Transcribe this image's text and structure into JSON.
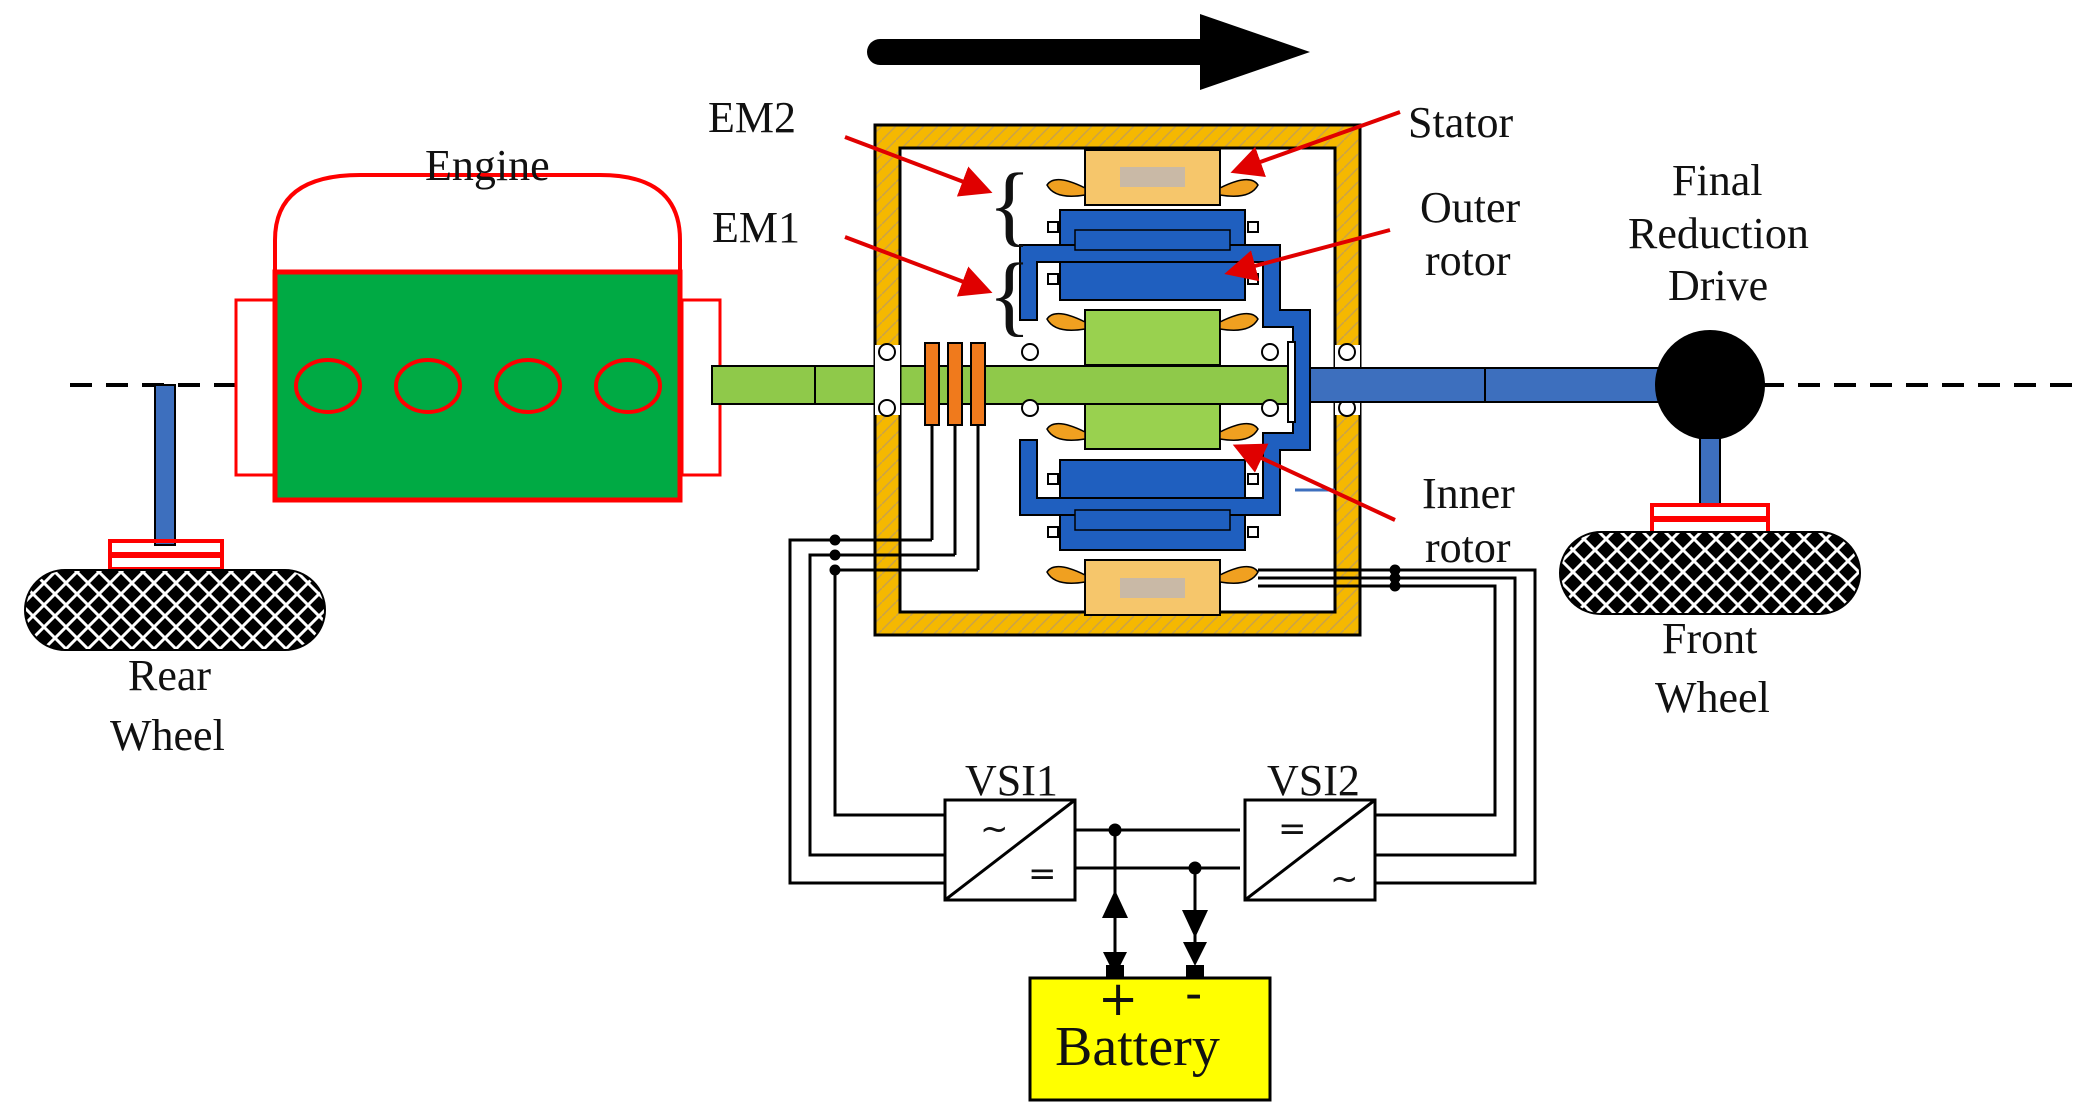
{
  "labels": {
    "engine": "Engine",
    "em2": "EM2",
    "em1": "EM1",
    "stator": "Stator",
    "outer_rotor_1": "Outer",
    "outer_rotor_2": "rotor",
    "inner_rotor_1": "Inner",
    "inner_rotor_2": "rotor",
    "final_drive_1": "Final",
    "final_drive_2": "Reduction",
    "final_drive_3": "Drive",
    "rear_wheel_1": "Rear",
    "rear_wheel_2": "Wheel",
    "front_wheel_1": "Front",
    "front_wheel_2": "Wheel",
    "vsi1": "VSI1",
    "vsi2": "VSI2",
    "battery": "Battery",
    "plus": "+",
    "minus": "-"
  },
  "symbols": {
    "ac": "~",
    "dc": "="
  },
  "colors": {
    "engine_fill": "#00aa44",
    "engine_outline": "#ff0000",
    "housing": "#f5b800",
    "stator": "#f6c66b",
    "outer_rotor": "#1f5fbf",
    "inner_rotor": "#99d14f",
    "shaft_green": "#8fc94a",
    "shaft_blue": "#3d6fbe",
    "battery": "#ffff00",
    "annotation": "#e00000",
    "brush": "#f07a1c"
  }
}
